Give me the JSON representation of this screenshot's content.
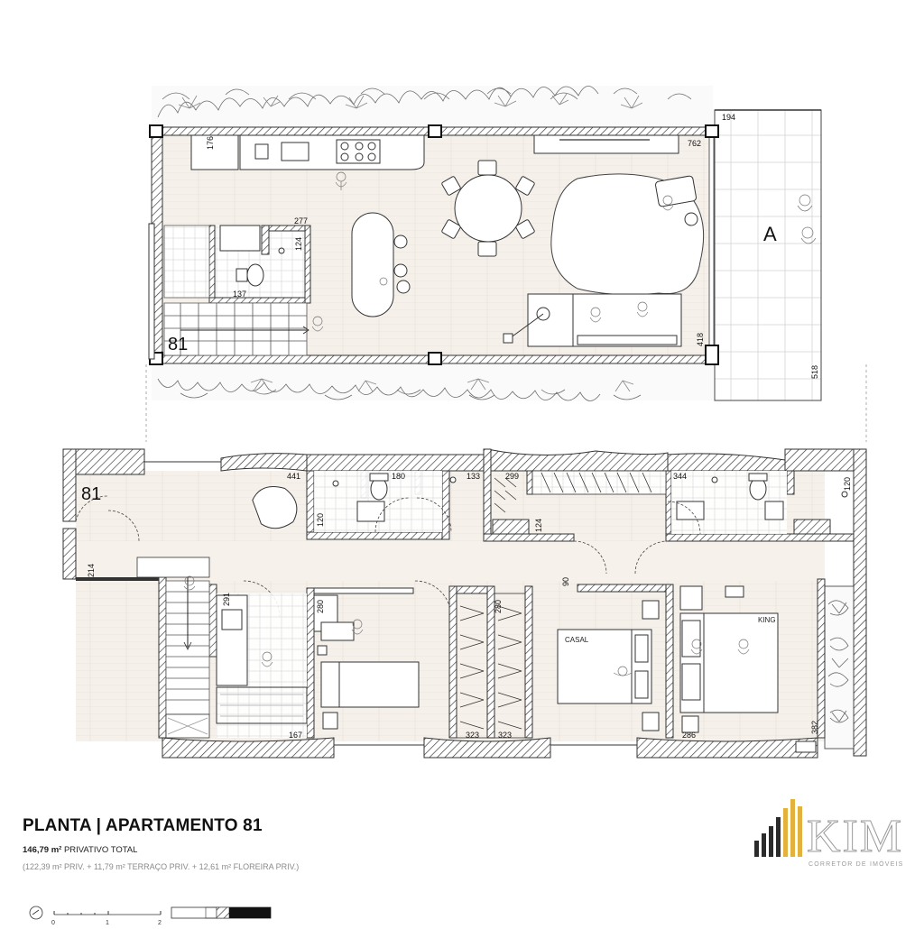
{
  "title": "PLANTA | APARTAMENTO 81",
  "area": {
    "total_value": "146,79 m²",
    "total_label": "PRIVATIVO TOTAL",
    "breakdown": "(122,39 m² PRIV. + 11,79 m² TERRAÇO PRIV. + 12,61 m² FLOREIRA PRIV.)"
  },
  "logo": {
    "name": "KIM",
    "tagline": "CORRETOR DE IMÓVEIS",
    "colors": {
      "gold": "#e3b23c",
      "dark": "#2b2b2b"
    }
  },
  "scale_bar": {
    "ticks": [
      "0",
      "1",
      "2"
    ]
  },
  "upper_floor": {
    "unit_label": "81",
    "terrace_label": "A",
    "dims": [
      "194",
      "176",
      "762",
      "277",
      "124",
      "137",
      "418",
      "518"
    ]
  },
  "lower_floor": {
    "unit_label": "81",
    "dims": [
      "441",
      "180",
      "133",
      "299",
      "344",
      "120",
      "120",
      "124",
      "214",
      "90",
      "291",
      "280",
      "280",
      "167",
      "323",
      "323",
      "286",
      "382"
    ],
    "bed_labels": [
      "CASAL",
      "KING"
    ]
  },
  "colors": {
    "wall": "#333333",
    "floor": "#f6f0ea",
    "line": "#222222",
    "greenery": "#6d6d6d"
  }
}
